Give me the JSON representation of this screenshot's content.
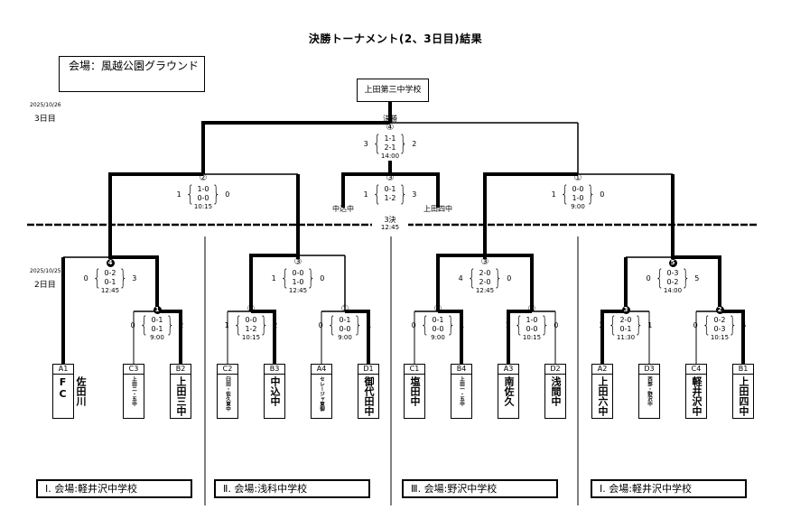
{
  "title": "決勝トーナメント(2、3日目)結果",
  "venue_top": "会場：風越公園グラウンド",
  "champion": "上田第三中学校",
  "day3": {
    "date": "2025/10/26",
    "label": "3日目"
  },
  "day2": {
    "date": "2025/10/25",
    "label": "2日目"
  },
  "final": {
    "label": "決勝",
    "no": "④",
    "left_total": "3",
    "right_total": "2",
    "half1": "1-1",
    "half2": "2-1",
    "time": "14:00"
  },
  "semi_left": {
    "no": "②",
    "left_total": "1",
    "right_total": "0",
    "half1": "1-0",
    "half2": "0-0",
    "time": "10:15"
  },
  "semi_right": {
    "no": "①",
    "left_total": "1",
    "right_total": "0",
    "half1": "0-0",
    "half2": "1-0",
    "time": "9:00"
  },
  "third_place": {
    "no": "③",
    "left_total": "1",
    "right_total": "3",
    "half1": "0-1",
    "half2": "1-2",
    "left_team": "中込中",
    "right_team": "上田四中",
    "label": "3決",
    "time": "12:45"
  },
  "blocks": [
    {
      "venue": "Ⅰ. 会場:軽井沢中学校",
      "qf": {
        "no": "4",
        "filled": true,
        "left_total": "0",
        "right_total": "3",
        "half1": "0-2",
        "half2": "0-1",
        "time": "12:45"
      },
      "r1": {
        "no": "1",
        "filled": true,
        "left_total": "0",
        "right_total": "2",
        "half1": "0-1",
        "half2": "0-1",
        "time": "9:00"
      },
      "teams": [
        {
          "code": "A1",
          "name": "佐田川FC",
          "size": "big"
        },
        {
          "code": "C3",
          "name": "上田二・五中",
          "size": "small"
        },
        {
          "code": "B2",
          "name": "上田三中",
          "size": "big"
        }
      ]
    },
    {
      "venue": "Ⅱ. 会場:浅科中学校",
      "qf": {
        "no": "③",
        "filled": false,
        "left_total": "1",
        "right_total": "0",
        "half1": "0-0",
        "half2": "1-0",
        "time": "12:45"
      },
      "r1a": {
        "no": "②",
        "filled": false,
        "left_total": "1",
        "right_total": "2",
        "half1": "0-0",
        "half2": "1-2",
        "time": "10:15"
      },
      "r1b": {
        "no": "①",
        "filled": false,
        "left_total": "0",
        "right_total": "1",
        "half1": "0-1",
        "half2": "0-0",
        "time": "9:00"
      },
      "teams": [
        {
          "code": "C2",
          "name": "臼田・佐久東中",
          "size": "small"
        },
        {
          "code": "B3",
          "name": "中込中",
          "size": "big"
        },
        {
          "code": "A4",
          "name": "セレージャ東御",
          "size": "small"
        },
        {
          "code": "D1",
          "name": "御代田中",
          "size": "big"
        }
      ]
    },
    {
      "venue": "Ⅲ. 会場:野沢中学校",
      "qf": {
        "no": "③",
        "filled": false,
        "left_total": "4",
        "right_total": "0",
        "half1": "2-0",
        "half2": "2-0",
        "time": "12:45"
      },
      "r1a": {
        "no": "①",
        "filled": false,
        "left_total": "0",
        "right_total": "1",
        "half1": "0-1",
        "half2": "0-0",
        "time": "9:00"
      },
      "r1b": {
        "no": "②",
        "filled": false,
        "left_total": "1",
        "right_total": "0",
        "half1": "1-0",
        "half2": "0-0",
        "time": "10:15"
      },
      "teams": [
        {
          "code": "C1",
          "name": "塩田中",
          "size": "big"
        },
        {
          "code": "B4",
          "name": "上田一・五中",
          "size": "small"
        },
        {
          "code": "A3",
          "name": "南佐久",
          "size": "big"
        },
        {
          "code": "D2",
          "name": "浅間中",
          "size": "big"
        }
      ]
    },
    {
      "venue": "Ⅰ. 会場:軽井沢中学校",
      "qf": {
        "no": "5",
        "filled": true,
        "left_total": "0",
        "right_total": "5",
        "half1": "0-3",
        "half2": "0-2",
        "time": "14:00"
      },
      "r1a": {
        "no": "3",
        "filled": true,
        "left_total": "2",
        "right_total": "1",
        "half1": "2-0",
        "half2": "0-1",
        "time": "11:30"
      },
      "r1b": {
        "no": "2",
        "filled": true,
        "left_total": "0",
        "right_total": "5",
        "half1": "0-2",
        "half2": "0-3",
        "time": "10:15"
      },
      "teams": [
        {
          "code": "A2",
          "name": "上田六中",
          "size": "big"
        },
        {
          "code": "D3",
          "name": "西部・野沢中",
          "size": "small"
        },
        {
          "code": "C4",
          "name": "軽井沢中",
          "size": "big"
        },
        {
          "code": "B1",
          "name": "上田四中",
          "size": "big"
        }
      ]
    }
  ]
}
